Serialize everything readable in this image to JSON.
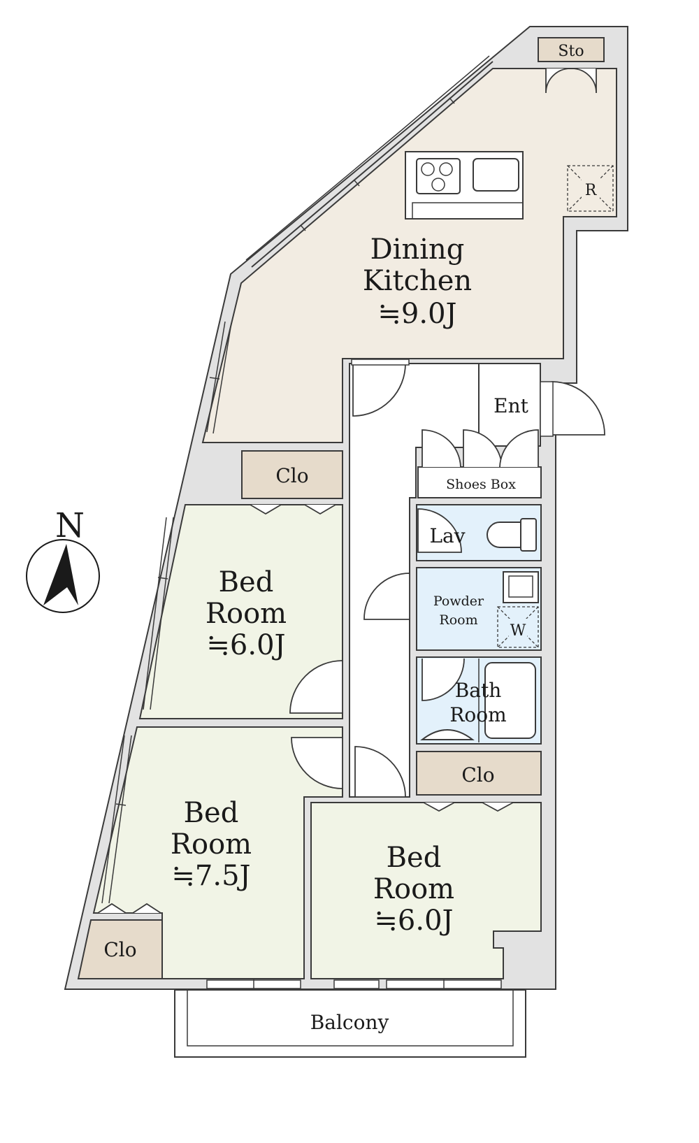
{
  "colors": {
    "dining": "#f2ece2",
    "bedroom": "#f1f4e6",
    "wet": "#e3f1fb",
    "closet": "#e6dbcb",
    "hall": "#ffffff",
    "wall": "#e2e2e2",
    "line": "#3a3a3a"
  },
  "rooms": {
    "dining": {
      "line1": "Dining",
      "line2": "Kitchen",
      "line3": "≒9.0J"
    },
    "bed1": {
      "line1": "Bed",
      "line2": "Room",
      "line3": "≒6.0J"
    },
    "bed2": {
      "line1": "Bed",
      "line2": "Room",
      "line3": "≒7.5J"
    },
    "bed3": {
      "line1": "Bed",
      "line2": "Room",
      "line3": "≒6.0J"
    },
    "powder": {
      "line1": "Powder",
      "line2": "Room"
    },
    "bath": {
      "line1": "Bath",
      "line2": "Room"
    }
  },
  "labels": {
    "storage": "Sto",
    "refrigerator": "R",
    "entrance": "Ent",
    "shoes_box": "Shoes Box",
    "lavatory": "Lav",
    "washer": "W",
    "closet_top": "Clo",
    "closet_mid": "Clo",
    "closet_left": "Clo",
    "balcony": "Balcony",
    "north": "N"
  },
  "icons": [
    "compass-icon",
    "north-arrow-icon",
    "stove-icon",
    "sink-icon",
    "toilet-icon",
    "bathtub-icon",
    "door-swing-icon"
  ]
}
